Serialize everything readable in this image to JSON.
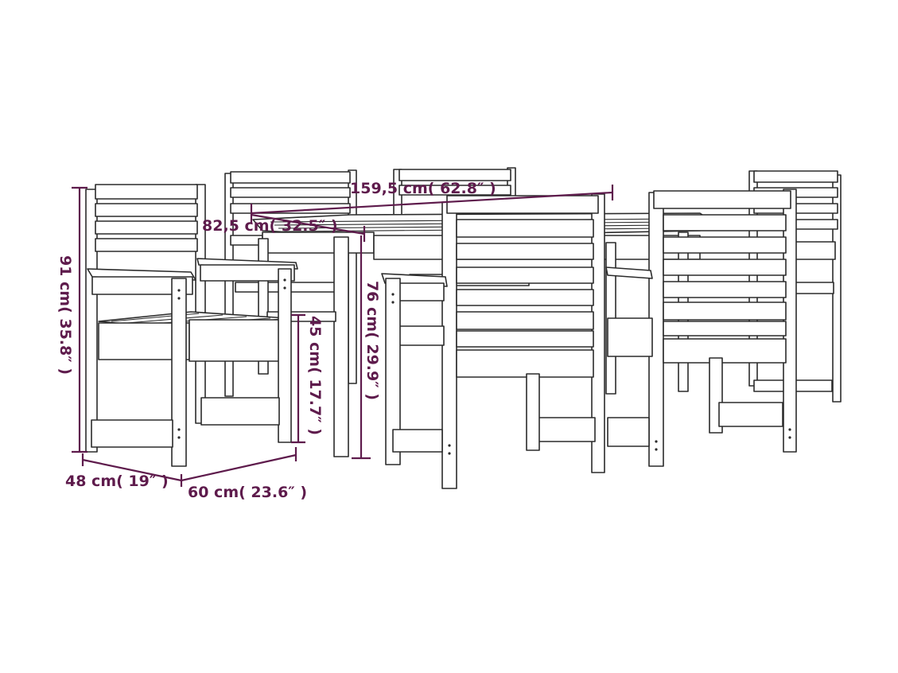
{
  "colors": {
    "dimension": "#5e1b4c",
    "outline": "#2b2b2b",
    "background": "#ffffff"
  },
  "dimensions": {
    "chair_height": "91 cm( 35.8″ )",
    "chair_depth": "48 cm( 19″ )",
    "chair_width": "60 cm( 23.6″ )",
    "seat_height": "45 cm( 17.7″ )",
    "table_length": "159,5 cm( 62.8″ )",
    "table_width": "82,5 cm( 32.5″ )",
    "table_height": "76 cm( 29.9″ )"
  }
}
